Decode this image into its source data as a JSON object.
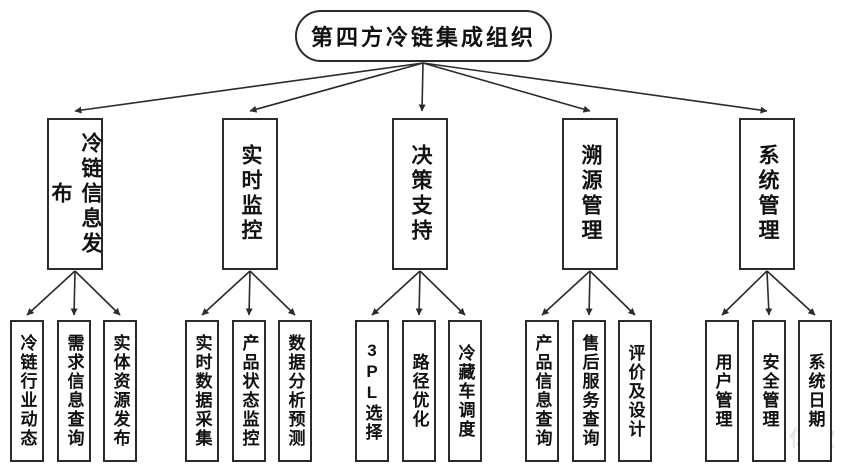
{
  "colors": {
    "background": "#ffffff",
    "line": "#2b2b2b",
    "box_border": "#2b2b2b",
    "text": "#111111"
  },
  "watermark": "亿欧",
  "tree": {
    "root": "第四方冷链集成组织",
    "branches": [
      {
        "label": "冷链信息发布",
        "children": [
          "冷链行业动态",
          "需求信息查询",
          "实体资源发布"
        ]
      },
      {
        "label": "实时监控",
        "children": [
          "实时数据采集",
          "产品状态监控",
          "数据分析预测"
        ]
      },
      {
        "label": "决策支持",
        "children": [
          "3PL选择",
          "路径优化",
          "冷藏车调度"
        ]
      },
      {
        "label": "溯源管理",
        "children": [
          "产品信息查询",
          "售后服务查询",
          "评价及设计"
        ]
      },
      {
        "label": "系统管理",
        "children": [
          "用户管理",
          "安全管理",
          "系统日期"
        ]
      }
    ]
  }
}
